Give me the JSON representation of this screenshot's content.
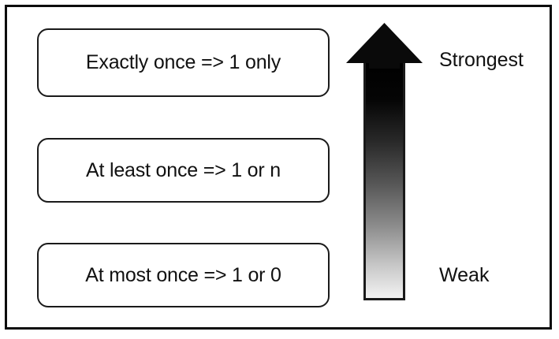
{
  "figure": {
    "title": "Reliability delivery semantics strength scale",
    "background_color": "#ffffff",
    "frame_color": "#0d0d0d",
    "text_color": "#111111"
  },
  "boxes": [
    {
      "id": "exactly-once",
      "label": "Exactly once => 1 only",
      "rank": "strongest",
      "border_color": "#1a1a1a",
      "fill_color": "#ffffff"
    },
    {
      "id": "at-least-once",
      "label": "At least once => 1 or n",
      "rank": "middle",
      "border_color": "#1a1a1a",
      "fill_color": "#ffffff"
    },
    {
      "id": "at-most-once",
      "label": "At most once => 1 or 0",
      "rank": "weak",
      "border_color": "#1a1a1a",
      "fill_color": "#ffffff"
    }
  ],
  "arrow": {
    "icon": "up-arrow-icon",
    "direction": "up",
    "outline_color": "#1a1a1a",
    "gradient_top_color": "#000000",
    "gradient_bottom_color": "#f2f2f2",
    "meaning": "increasing delivery guarantee strength upward"
  },
  "scale_labels": {
    "top": "Strongest",
    "bottom": "Weak"
  }
}
